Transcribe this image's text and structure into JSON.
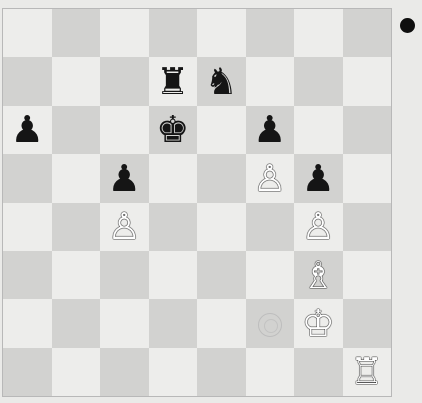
{
  "board": {
    "size": 8,
    "light_color": "#ededeb",
    "dark_color": "#d2d2d0",
    "top_left_is_light": true,
    "side_to_move": "black",
    "pieces": [
      {
        "square": "d7",
        "color": "black",
        "type": "rook",
        "glyph": "♜"
      },
      {
        "square": "e7",
        "color": "black",
        "type": "knight",
        "glyph": "♞"
      },
      {
        "square": "a6",
        "color": "black",
        "type": "pawn",
        "glyph": "♟"
      },
      {
        "square": "d6",
        "color": "black",
        "type": "king",
        "glyph": "♚"
      },
      {
        "square": "f6",
        "color": "black",
        "type": "pawn",
        "glyph": "♟"
      },
      {
        "square": "c5",
        "color": "black",
        "type": "pawn",
        "glyph": "♟"
      },
      {
        "square": "f5",
        "color": "white",
        "type": "pawn",
        "glyph": "♙"
      },
      {
        "square": "g5",
        "color": "black",
        "type": "pawn",
        "glyph": "♟"
      },
      {
        "square": "c4",
        "color": "white",
        "type": "pawn",
        "glyph": "♙"
      },
      {
        "square": "g4",
        "color": "white",
        "type": "pawn",
        "glyph": "♙"
      },
      {
        "square": "g3",
        "color": "white",
        "type": "bishop",
        "glyph": "♗"
      },
      {
        "square": "g2",
        "color": "white",
        "type": "king",
        "glyph": "♔"
      },
      {
        "square": "h1",
        "color": "white",
        "type": "rook",
        "glyph": "♖"
      }
    ]
  },
  "turn_indicator": {
    "color": "black",
    "icon": "filled-circle"
  },
  "stamp": {
    "square": "f2",
    "icon": "circular-stamp"
  }
}
